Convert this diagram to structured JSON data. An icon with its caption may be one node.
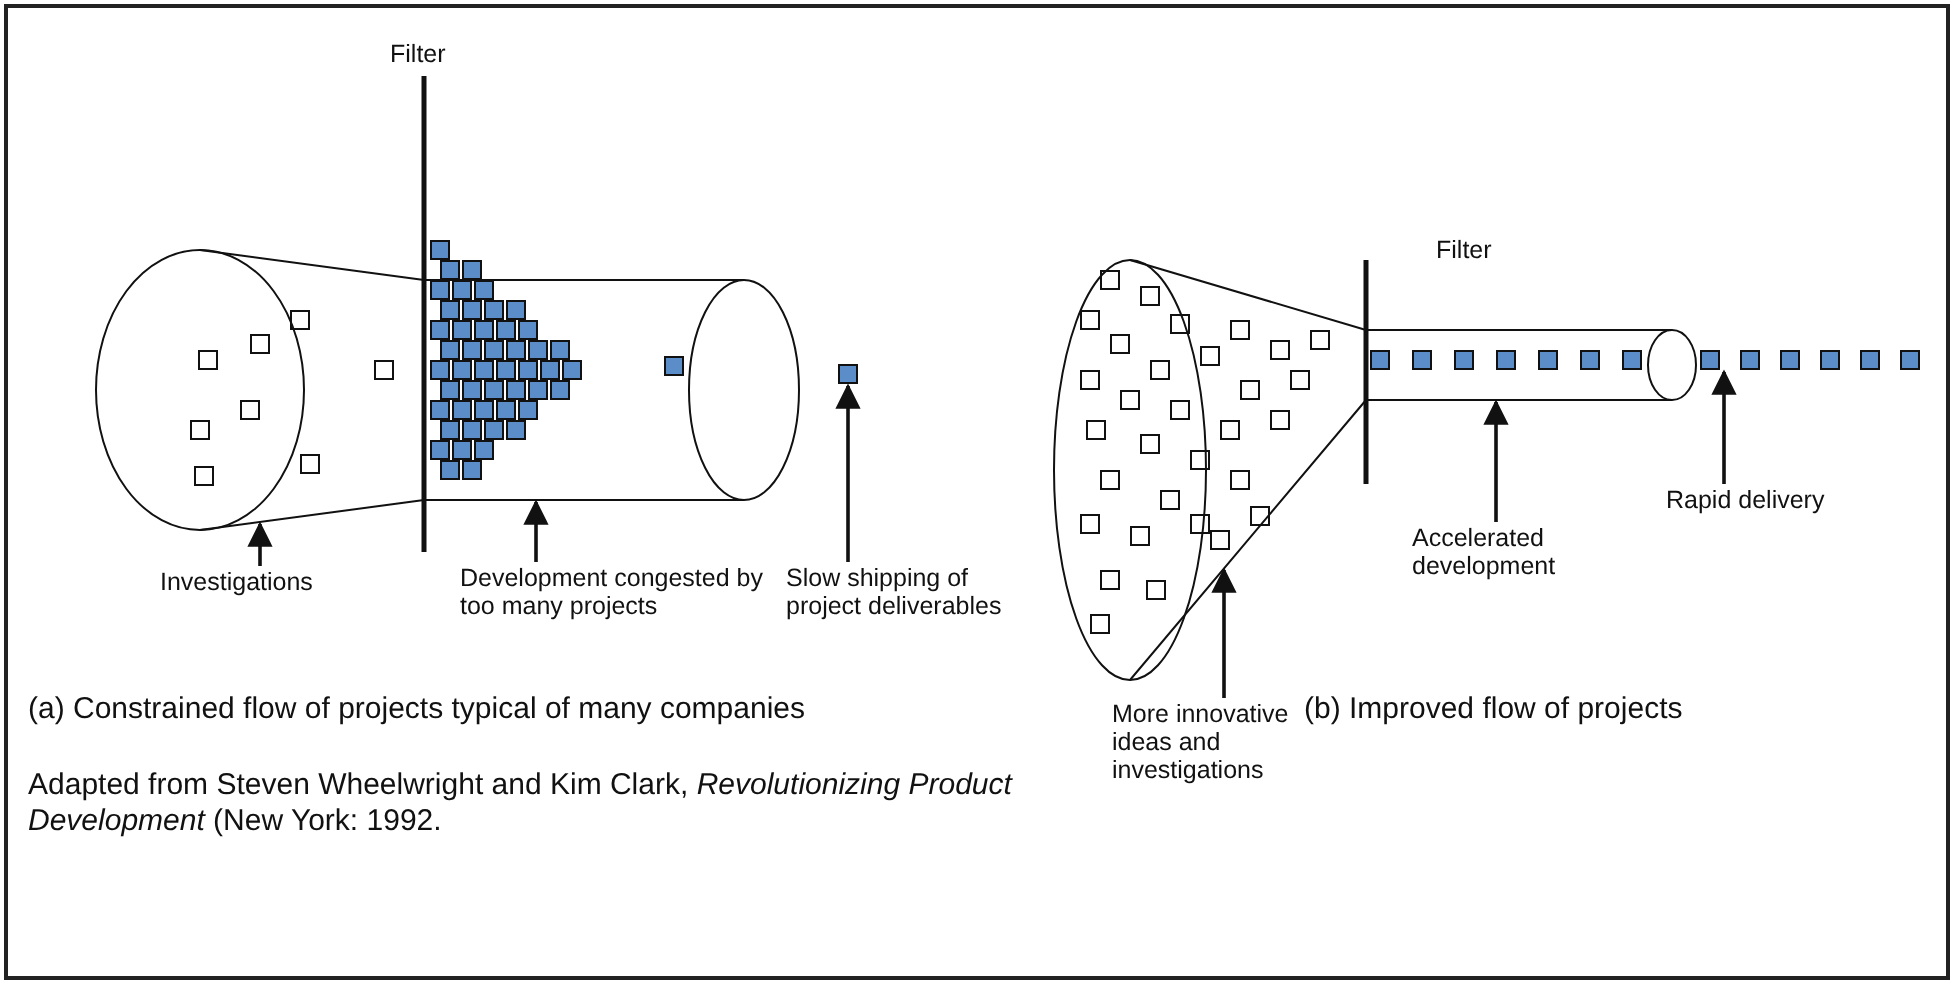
{
  "diagram": {
    "caption": "Adapted from Steven Wheelwright and Kim Clark, *Revolutionizing Product Development* (New York: 1992.",
    "nodes": [
      {
        "text": [
          "Investigations"
        ]
      },
      {
        "text": [],
        "shape": "funnel"
      },
      {
        "text": [
          "Development congested by too many projects"
        ]
      },
      {
        "text": [],
        "shape": "cylinder"
      },
      {
        "text": [
          "Slow shipping of project deliverables"
        ]
      },
      {
        "text": [],
        "shape": "box"
      },
      {
        "text": [
          "More innovative ideas and investigations"
        ]
      },
      {
        "text": [],
        "shape": "funnel"
      },
      {
        "text": [
          "Accelerated development"
        ]
      },
      {
        "text": [],
        "shape": "cylinder"
      },
      {
        "text": [
          "Rapid delivery"
        ]
      },
      {
        "text": [],
        "shape": "box"
      }
    ],
    "edges": [
      {
        "from": 0,
        "to": 1,
        "arrow": "to"
      },
      {
        "from": 2,
        "to": 3,
        "arrow": "to"
      },
      {
        "from": 4,
        "to": 5,
        "arrow": "to"
      },
      {
        "from": 6,
        "to": 7,
        "arrow": "to"
      },
      {
        "from": 8,
        "to": 9,
        "arrow": "to"
      },
      {
        "from": 10,
        "to": 11,
        "arrow": "to"
      }
    ],
    "labels": [
      "Filter",
      "Filter",
      "(a) Constrained flow of projects typical of many companies",
      "(b) Improved flow of projects"
    ]
  }
}
